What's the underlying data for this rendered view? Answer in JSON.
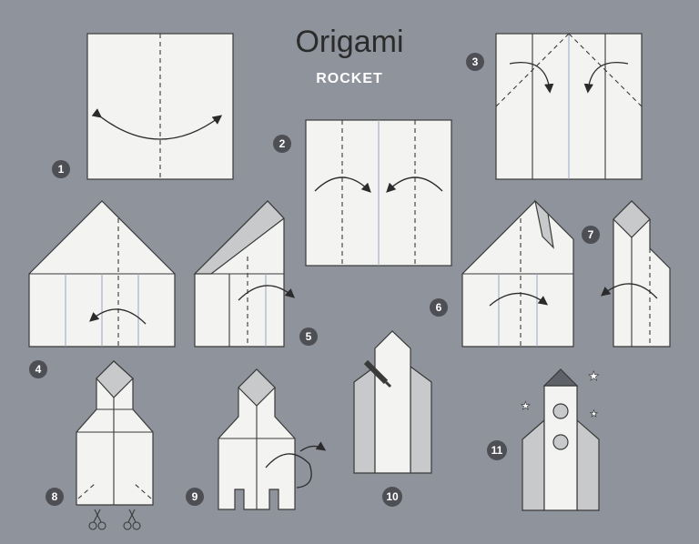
{
  "header": {
    "title": "Origami",
    "subtitle": "ROCKET"
  },
  "steps": [
    {
      "label": "1"
    },
    {
      "label": "2"
    },
    {
      "label": "3"
    },
    {
      "label": "4"
    },
    {
      "label": "5"
    },
    {
      "label": "6"
    },
    {
      "label": "7"
    },
    {
      "label": "8"
    },
    {
      "label": "9"
    },
    {
      "label": "10"
    },
    {
      "label": "11"
    }
  ],
  "colors": {
    "background": "#8e939c",
    "paper": "#f3f3f1",
    "fold_grey": "#c8c9cb",
    "badge": "#4d4f55",
    "outline": "#3a3a3a"
  }
}
